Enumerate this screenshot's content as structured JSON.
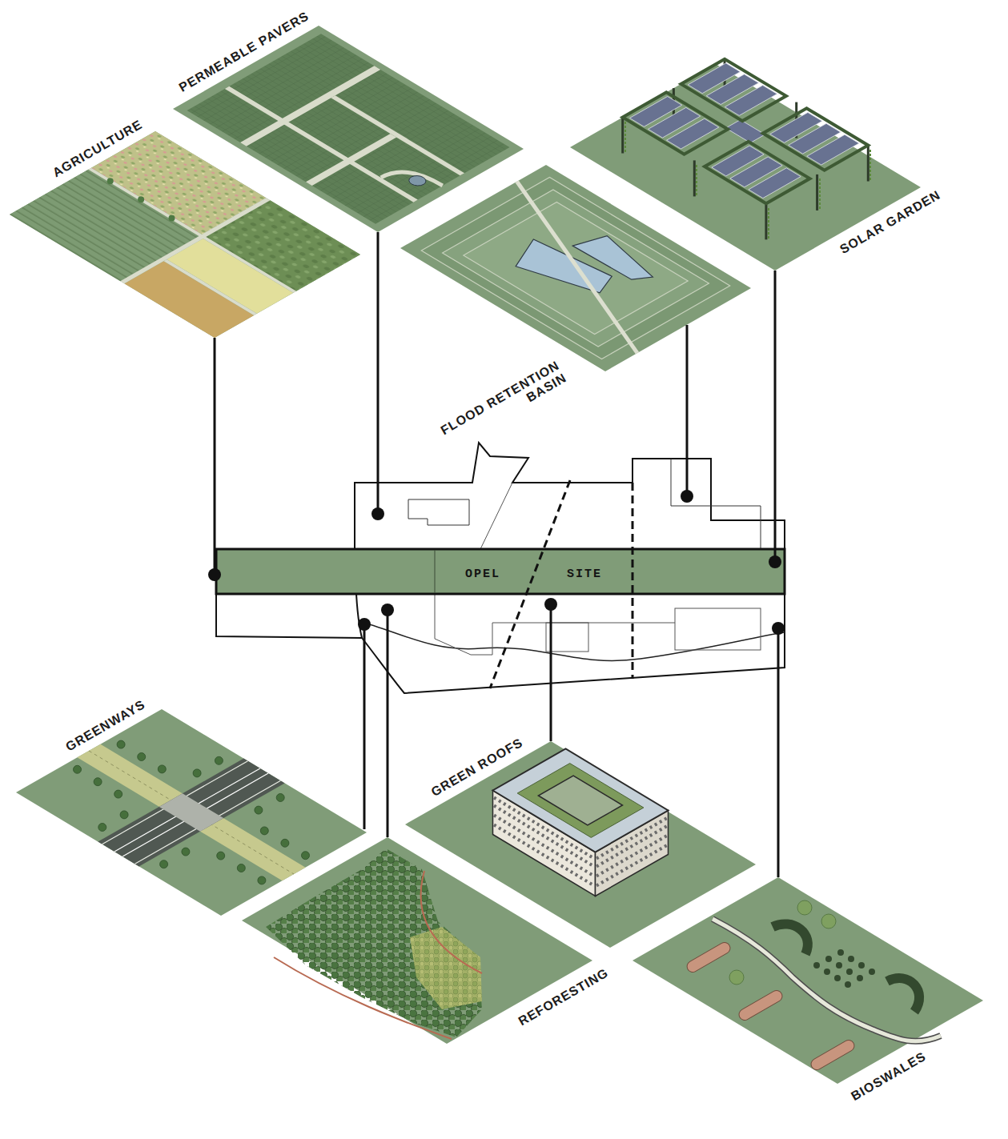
{
  "diagram": {
    "nodes": [
      {
        "text": [
          "AGRICULTURE"
        ]
      },
      {
        "text": [
          "PERMEABLE PAVERS"
        ]
      },
      {
        "text": [
          "SOLAR GARDEN"
        ]
      },
      {
        "text": [
          "FLOOD RETENTION BASIN"
        ]
      },
      {
        "text": [
          "OPEL",
          "SITE"
        ]
      },
      {
        "text": [
          "GREENWAYS"
        ]
      },
      {
        "text": [
          "GREEN ROOFS"
        ]
      },
      {
        "text": [
          "REFORESTING"
        ]
      },
      {
        "text": [
          "BIOSWALES"
        ]
      }
    ],
    "edges": [
      {
        "from": 0,
        "to": 4,
        "arrow": "none"
      },
      {
        "from": 1,
        "to": 4,
        "arrow": "none"
      },
      {
        "from": 2,
        "to": 4,
        "arrow": "none"
      },
      {
        "from": 3,
        "to": 4,
        "arrow": "none"
      },
      {
        "from": 5,
        "to": 4,
        "arrow": "none"
      },
      {
        "from": 6,
        "to": 4,
        "arrow": "none"
      },
      {
        "from": 7,
        "to": 4,
        "arrow": "none"
      },
      {
        "from": 8,
        "to": 4,
        "arrow": "none"
      }
    ]
  }
}
